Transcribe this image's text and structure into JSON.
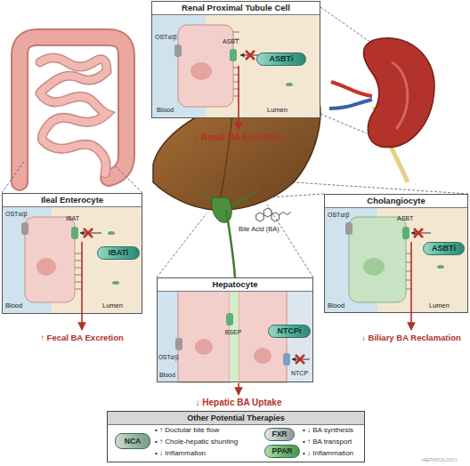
{
  "diagram": {
    "nodes": [
      {
        "text": [
          "Renal Proximal Tubule Cell"
        ]
      },
      {
        "text": [
          "ASBTi"
        ],
        "in": 0
      },
      {
        "text": [
          "Ileal Enterocyte"
        ]
      },
      {
        "text": [
          "IBATi"
        ],
        "in": 2
      },
      {
        "text": [
          "Cholangiocyte"
        ]
      },
      {
        "text": [
          "ASBTi"
        ],
        "in": 4
      },
      {
        "text": [
          "Hepatocyte"
        ]
      },
      {
        "text": [
          "NTCPi"
        ],
        "in": 6
      },
      {
        "text": [
          "Other Potential Therapies"
        ]
      },
      {
        "text": [
          "NCA"
        ],
        "in": 8
      },
      {
        "text": [
          "FXR"
        ],
        "in": 8
      },
      {
        "text": [
          "PPAR"
        ],
        "in": 8
      }
    ],
    "labels": [
      "OSTα/β",
      "ASBT",
      "Blood",
      "Lumen",
      "↑ Renal BA Excretion",
      "OSTα/β",
      "IBAT",
      "Blood",
      "Lumen",
      "↑ Fecal BA Excretion",
      "OSTα/β",
      "ASBT",
      "Blood",
      "Lumen",
      "↓ Biliary BA Reclamation",
      "OSTα/β",
      "BSEP",
      "Blood",
      "NTCP",
      "↓ Hepatic BA Uptake",
      "Bile Acid (BA)",
      "• ↑ Ductular bile flow",
      "• ↑ Chole-hepatic shunting",
      "• ↓ Inflammation",
      "• ↓ BA synthesis",
      "• ↑ BA transport",
      "• ↓ Inflammation",
      "HEPATOLOGY"
    ]
  }
}
